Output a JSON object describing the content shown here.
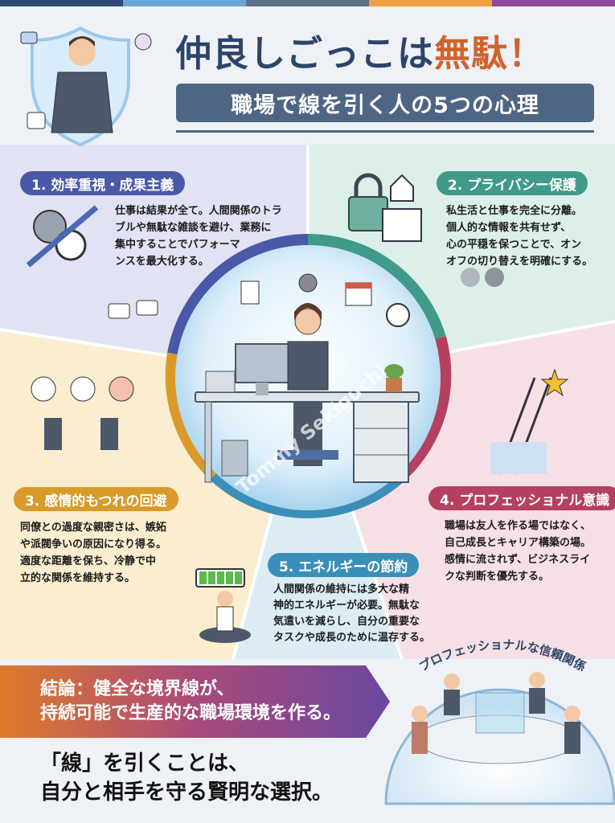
{
  "colors": {
    "bar": [
      "#2c4a73",
      "#6aa5d6",
      "#5a7189",
      "#f0a040",
      "#8c4b9a"
    ],
    "title": "#2c4468",
    "accent": "#d0632d",
    "s1": "#4a58a8",
    "s2": "#3f9a8a",
    "s3": "#d99a2a",
    "s4": "#b5405f",
    "s5": "#3a8fb8"
  },
  "header": {
    "title_main": "仲良しごっこは",
    "title_accent": "無駄！",
    "subtitle": "職場で線を引く人の5つの心理"
  },
  "sections": [
    {
      "label": "1. 効率重視・成果主義",
      "lines": [
        "仕事は結果が全て。人間関係のトラ",
        "ブルや無駄な雑談を避け、業務に",
        "集中することでパフォーマ",
        "ンスを最大化する。"
      ]
    },
    {
      "label": "2. プライバシー保護",
      "lines": [
        "私生活と仕事を完全に分離。",
        "個人的な情報を共有せず、",
        "心の平穏を保つことで、オン",
        "オフの切り替えを明確にする。"
      ]
    },
    {
      "label": "3. 感情的もつれの回避",
      "lines": [
        "同僚との過度な親密さは、嫉妬",
        "や派閥争いの原因になり得る。",
        "適度な距離を保ち、冷静で中",
        "立的な関係を維持する。"
      ]
    },
    {
      "label": "4. プロフェッショナル意識",
      "lines": [
        "職場は友人を作る場ではなく、",
        "自己成長とキャリア構築の場。",
        "感情に流されず、ビジネスライ",
        "クな判断を優先する。"
      ]
    },
    {
      "label": "5. エネルギーの節約",
      "lines": [
        "人間関係の維持には多大な精",
        "神的エネルギーが必要。無駄な",
        "気遣いを減らし、自分の重要な",
        "タスクや成長のために温存する。"
      ]
    }
  ],
  "conclusion": {
    "line1": "結論：健全な境界線が、",
    "line2": "持続可能で生産的な職場環境を作る。"
  },
  "final": {
    "line1": "「線」を引くことは、",
    "line2": "自分と相手を守る賢明な選択。"
  },
  "dome_caption": "プロフェッショナルな信頼関係",
  "watermark": "Tommy Sekiguchi"
}
